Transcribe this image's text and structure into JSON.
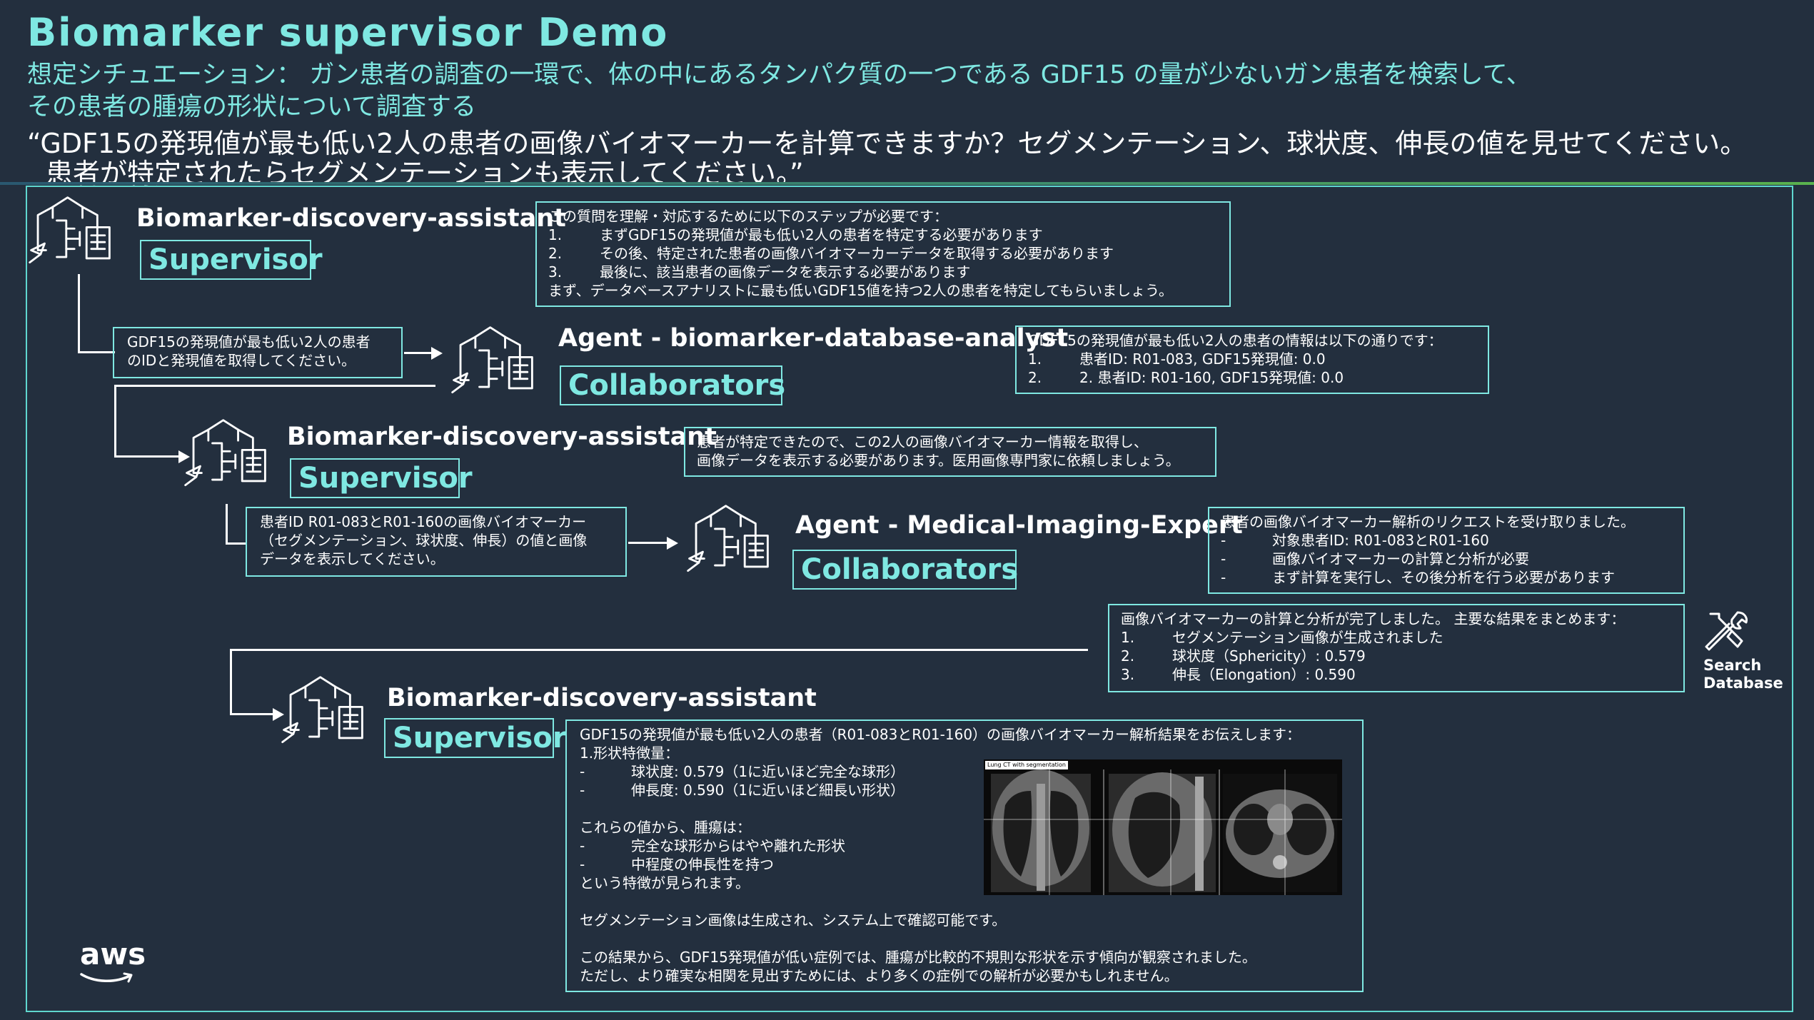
{
  "title": "Biomarker supervisor Demo",
  "scenario": {
    "line1": "想定シチュエーション： ガン患者の調査の一環で、体の中にあるタンパク質の一つである GDF15 の量が少ないガン患者を検索して、",
    "line2": "その患者の腫瘍の形状について調査する"
  },
  "question": {
    "line1": "“GDF15の発現値が最も低い2人の患者の画像バイオマーカーを計算できますか？セグメンテーション、球状度、伸長の値を見せてください。",
    "line2": "患者が特定されたらセグメンテーションも表示してください。”"
  },
  "step1": {
    "name": "Biomarker-discovery-assistant",
    "role": "Supervisor",
    "bubble": {
      "intro": "この質問を理解・対応するために以下のステップが必要です：",
      "items": [
        {
          "n": "1.",
          "t": "まずGDF15の発現値が最も低い2人の患者を特定する必要があります"
        },
        {
          "n": "2.",
          "t": "その後、特定された患者の画像バイオマーカーデータを取得する必要があります"
        },
        {
          "n": "3.",
          "t": "最後に、該当患者の画像データを表示する必要があります"
        }
      ],
      "outro": "まず、データベースアナリストに最も低いGDF15値を持つ2人の患者を特定してもらいましょう。"
    }
  },
  "request1": {
    "line1": "GDF15の発現値が最も低い2人の患者",
    "line2": "のIDと発現値を取得してください。"
  },
  "step2": {
    "name": "Agent - biomarker-database-analyst",
    "role": "Collaborators",
    "bubble": {
      "intro": "GDF15の発現値が最も低い2人の患者の情報は以下の通りです：",
      "items": [
        {
          "n": "1.",
          "t": "患者ID: R01-083, GDF15発現値: 0.0"
        },
        {
          "n": "2.",
          "t": "2. 患者ID: R01-160, GDF15発現値: 0.0"
        }
      ]
    }
  },
  "step3": {
    "name": "Biomarker-discovery-assistant",
    "role": "Supervisor",
    "bubble": {
      "line1": "患者が特定できたので、この2人の画像バイオマーカー情報を取得し、",
      "line2": "画像データを表示する必要があります。医用画像専門家に依頼しましょう。"
    }
  },
  "request2": {
    "line1": "患者ID R01-083とR01-160の画像バイオマーカー",
    "line2": "（セグメンテーション、球状度、伸長）の値と画像",
    "line3": "データを表示してください。"
  },
  "step4": {
    "name": "Agent - Medical-Imaging-Expert",
    "role": "Collaborators",
    "bubble": {
      "intro": "患者の画像バイオマーカー解析のリクエストを受け取りました。",
      "items": [
        {
          "n": "-",
          "t": "対象患者ID: R01-083とR01-160"
        },
        {
          "n": "-",
          "t": "画像バイオマーカーの計算と分析が必要"
        },
        {
          "n": "-",
          "t": "まず計算を実行し、その後分析を行う必要があります"
        }
      ]
    }
  },
  "result_box": {
    "intro": "画像バイオマーカーの計算と分析が完了しました。 主要な結果をまとめます：",
    "items": [
      {
        "n": "1.",
        "t": "セグメンテーション画像が生成されました"
      },
      {
        "n": "2.",
        "t": "球状度（Sphericity）: 0.579"
      },
      {
        "n": "3.",
        "t": "伸長（Elongation）: 0.590"
      }
    ]
  },
  "tool": {
    "icon": "tools-icon",
    "label_line1": "Search",
    "label_line2": "Database"
  },
  "step5": {
    "name": "Biomarker-discovery-assistant",
    "role": "Supervisor",
    "bubble": {
      "intro": "GDF15の発現値が最も低い2人の患者（R01-083とR01-160）の画像バイオマーカー解析結果をお伝えします：",
      "heading": "1.形状特徴量：",
      "metrics": [
        {
          "n": "-",
          "t": "球状度: 0.579（1に近いほど完全な球形）"
        },
        {
          "n": "-",
          "t": "伸長度: 0.590（1に近いほど細長い形状）"
        }
      ],
      "summary_intro": "これらの値から、腫瘍は：",
      "traits": [
        {
          "n": "-",
          "t": "完全な球形からはやや離れた形状"
        },
        {
          "n": "-",
          "t": "中程度の伸長性を持つ"
        }
      ],
      "summary_outro": "という特徴が見られます。",
      "seg_note": "セグメンテーション画像は生成され、システム上で確認可能です。",
      "conclusion1": "この結果から、GDF15発現値が低い症例では、腫瘍が比較的不規則な形状を示す傾向が観察されました。",
      "conclusion2": "ただし、より確実な相関を見出すためには、より多くの症例での解析が必要かもしれません。",
      "image_title": "Lung CT with segmentation"
    }
  },
  "logo": "aws",
  "colors": {
    "background": "#232f3e",
    "accent": "#7fe8e2",
    "text": "#ffffff"
  }
}
